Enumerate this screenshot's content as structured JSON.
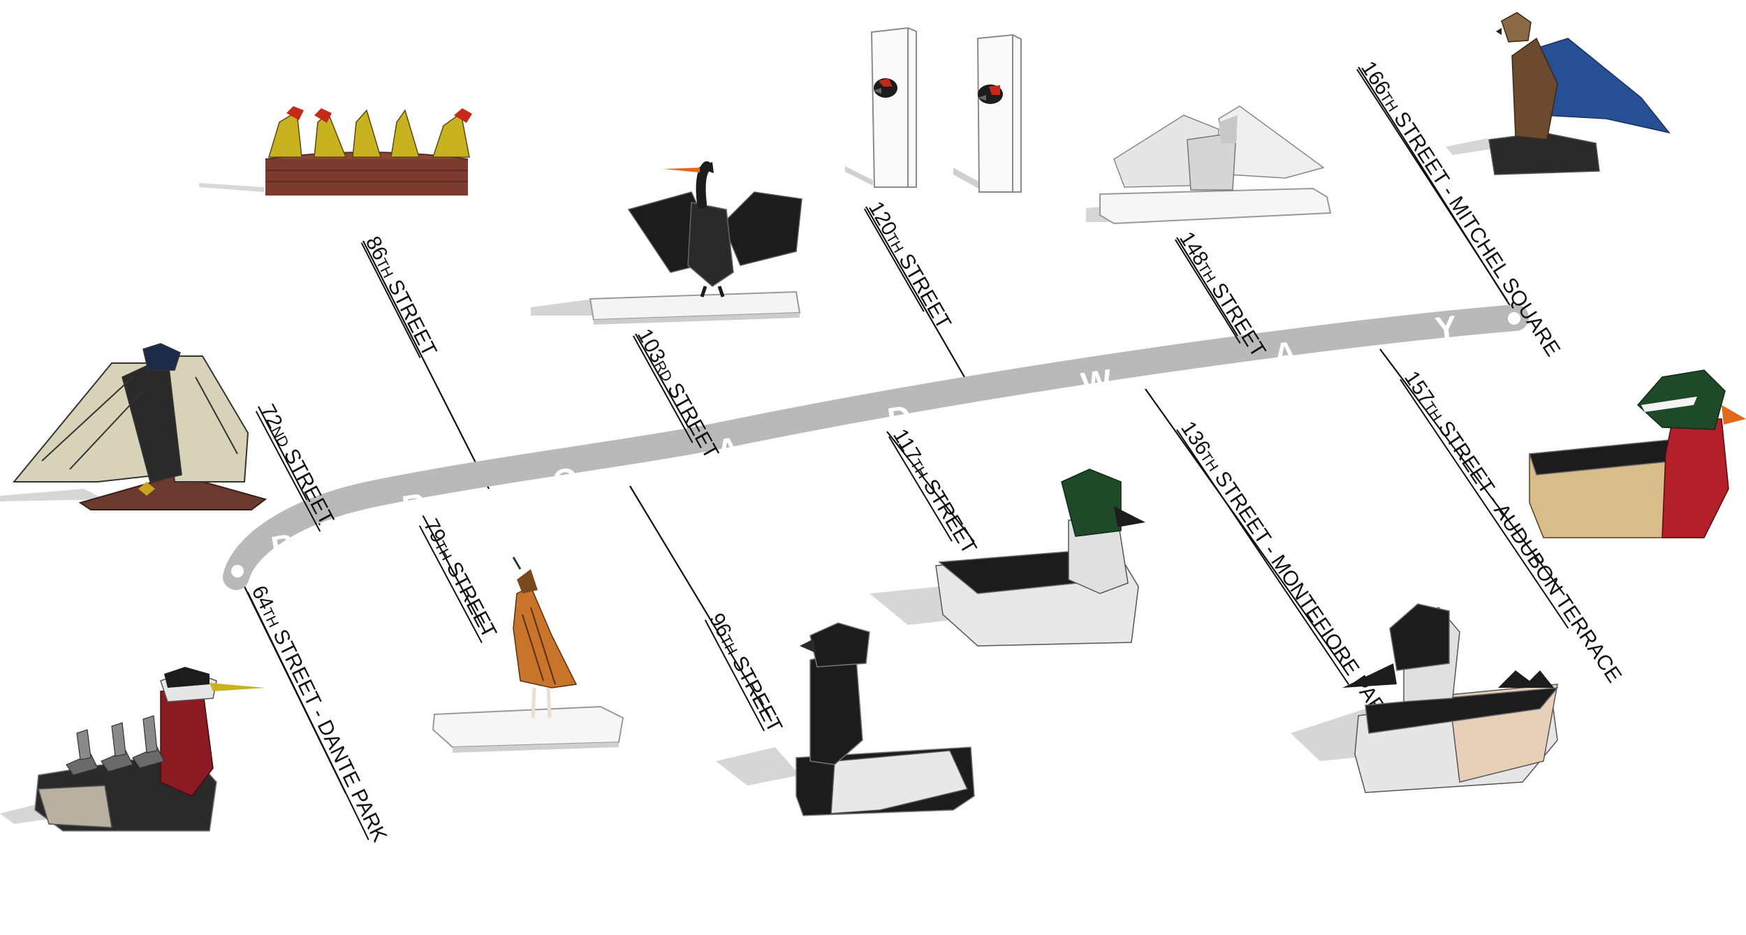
{
  "road": {
    "name_letters": [
      "B",
      "R",
      "O",
      "A",
      "D",
      "W",
      "A",
      "Y"
    ],
    "color": "#b9b9b9"
  },
  "stations": [
    {
      "id": "64th",
      "num": "64",
      "suf": "TH",
      "rest": " STREET - DANTE PARK"
    },
    {
      "id": "72nd",
      "num": "72",
      "suf": "ND",
      "rest": " STREET"
    },
    {
      "id": "79th",
      "num": "79",
      "suf": "TH",
      "rest": " STREET"
    },
    {
      "id": "86th",
      "num": "86",
      "suf": "TH",
      "rest": " STREET"
    },
    {
      "id": "96th",
      "num": "96",
      "suf": "TH",
      "rest": " STREET"
    },
    {
      "id": "103rd",
      "num": "103",
      "suf": "RD",
      "rest": " STREET"
    },
    {
      "id": "117th",
      "num": "117",
      "suf": "TH",
      "rest": " STREET"
    },
    {
      "id": "120th",
      "num": "120",
      "suf": "TH",
      "rest": " STREET"
    },
    {
      "id": "136th",
      "num": "136",
      "suf": "TH",
      "rest": " STREET - MONTEFIORE PARK"
    },
    {
      "id": "148th",
      "num": "148",
      "suf": "TH",
      "rest": " STREET"
    },
    {
      "id": "157th",
      "num": "157",
      "suf": "TH",
      "rest": " STREET - AUDUBON TERRACE"
    },
    {
      "id": "166th",
      "num": "166",
      "suf": "TH",
      "rest": " STREET - MITCHEL SQUARE"
    }
  ],
  "colors": {
    "sculpture_dark": "#1c1c1c",
    "grebe_red": "#8c1a22",
    "wood_duck_red": "#b4202a",
    "mallard_green": "#1f4a2a",
    "hawk_blue": "#274f94",
    "finch_yellow": "#c9b21f",
    "finch_red": "#c42a1a",
    "bench_brown": "#7a3a2e",
    "heron_tan": "#d8d2b8",
    "thrasher_orange": "#c8742a",
    "bill_orange": "#e06a1a"
  }
}
